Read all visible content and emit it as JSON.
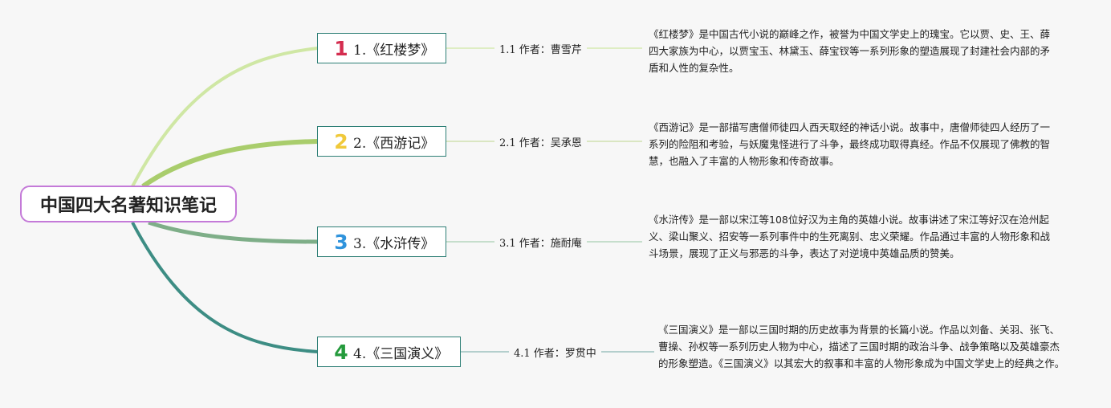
{
  "colors": {
    "root_border": "#c47ad8",
    "branch_border": "#2e7f76",
    "num1": "#d42d4f",
    "num2": "#f0c93a",
    "num3": "#2f93dc",
    "num4": "#249a3c",
    "curve1": "#cfe7a4",
    "curve2": "#a9cd6c",
    "curve3": "#7eae88",
    "curve4": "#3d8d84"
  },
  "root": {
    "title": "中国四大名著知识笔记"
  },
  "branches": [
    {
      "num": "1",
      "title": "1.《红楼梦》",
      "author": "1.1 作者：曹雪芹",
      "desc": "《红楼梦》是中国古代小说的巅峰之作，被誉为中国文学史上的瑰宝。它以贾、史、王、薛四大家族为中心，以贾宝玉、林黛玉、薛宝钗等一系列形象的塑造展现了封建社会内部的矛盾和人性的复杂性。"
    },
    {
      "num": "2",
      "title": "2.《西游记》",
      "author": "2.1 作者：吴承恩",
      "desc": "《西游记》是一部描写唐僧师徒四人西天取经的神话小说。故事中，唐僧师徒四人经历了一系列的险阻和考验，与妖魔鬼怪进行了斗争，最终成功取得真经。作品不仅展现了佛教的智慧，也融入了丰富的人物形象和传奇故事。"
    },
    {
      "num": "3",
      "title": "3.《水浒传》",
      "author": "3.1 作者：施耐庵",
      "desc": "《水浒传》是一部以宋江等108位好汉为主角的英雄小说。故事讲述了宋江等好汉在沧州起义、梁山聚义、招安等一系列事件中的生死离别、忠义荣耀。作品通过丰富的人物形象和战斗场景，展现了正义与邪恶的斗争，表达了对逆境中英雄品质的赞美。"
    },
    {
      "num": "4",
      "title": "4.《三国演义》",
      "author": "4.1 作者：罗贯中",
      "desc": "《三国演义》是一部以三国时期的历史故事为背景的长篇小说。作品以刘备、关羽、张飞、曹操、孙权等一系列历史人物为中心，描述了三国时期的政治斗争、战争策略以及英雄豪杰的形象塑造。《三国演义》以其宏大的叙事和丰富的人物形象成为中国文学史上的经典之作。"
    }
  ]
}
